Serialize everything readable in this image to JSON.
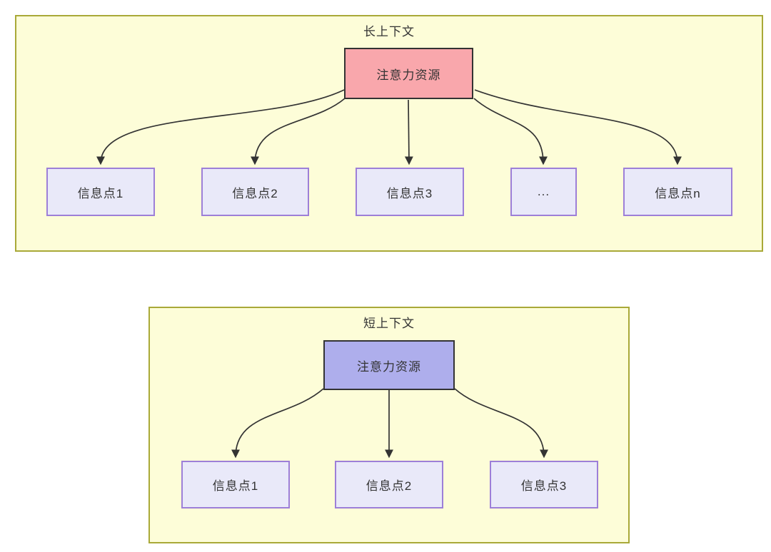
{
  "palette": {
    "page_bg": "#FFFFFF",
    "container_fill": "#FDFDD8",
    "container_border": "#A9A938",
    "attention_long_fill": "#F9A7AC",
    "attention_short_fill": "#AEAEEC",
    "attention_border": "#333333",
    "info_fill": "#E9E9F9",
    "info_border": "#9D7FD8",
    "arrow_color": "#333333",
    "text_color": "#333333"
  },
  "diagrams": {
    "long": {
      "title": "长上下文",
      "attention_label": "注意力资源",
      "info_points": [
        "信息点1",
        "信息点2",
        "信息点3",
        "...",
        "信息点n"
      ]
    },
    "short": {
      "title": "短上下文",
      "attention_label": "注意力资源",
      "info_points": [
        "信息点1",
        "信息点2",
        "信息点3"
      ]
    }
  }
}
